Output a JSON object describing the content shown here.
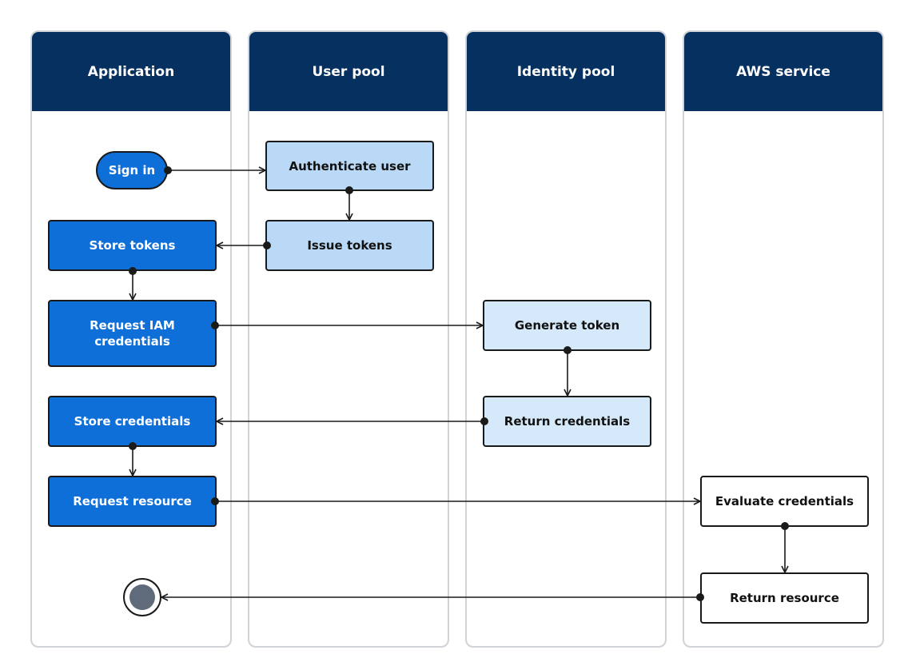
{
  "lanes": [
    {
      "title": "Application"
    },
    {
      "title": "User pool"
    },
    {
      "title": "Identity pool"
    },
    {
      "title": "AWS service"
    }
  ],
  "nodes": {
    "sign_in": "Sign in",
    "authenticate_user": "Authenticate user",
    "issue_tokens": "Issue tokens",
    "store_tokens": "Store tokens",
    "request_iam_credentials": "Request IAM credentials",
    "generate_token": "Generate token",
    "return_credentials": "Return credentials",
    "store_credentials": "Store credentials",
    "request_resource": "Request resource",
    "evaluate_credentials": "Evaluate credentials",
    "return_resource": "Return resource"
  },
  "colors": {
    "lane_header": "#05305f",
    "app_node": "#0f6fd8",
    "user_pool_node": "#b9d9f7",
    "identity_pool_node": "#d6e9fb",
    "aws_node": "#ffffff",
    "end_node": "#5f6b7a"
  }
}
